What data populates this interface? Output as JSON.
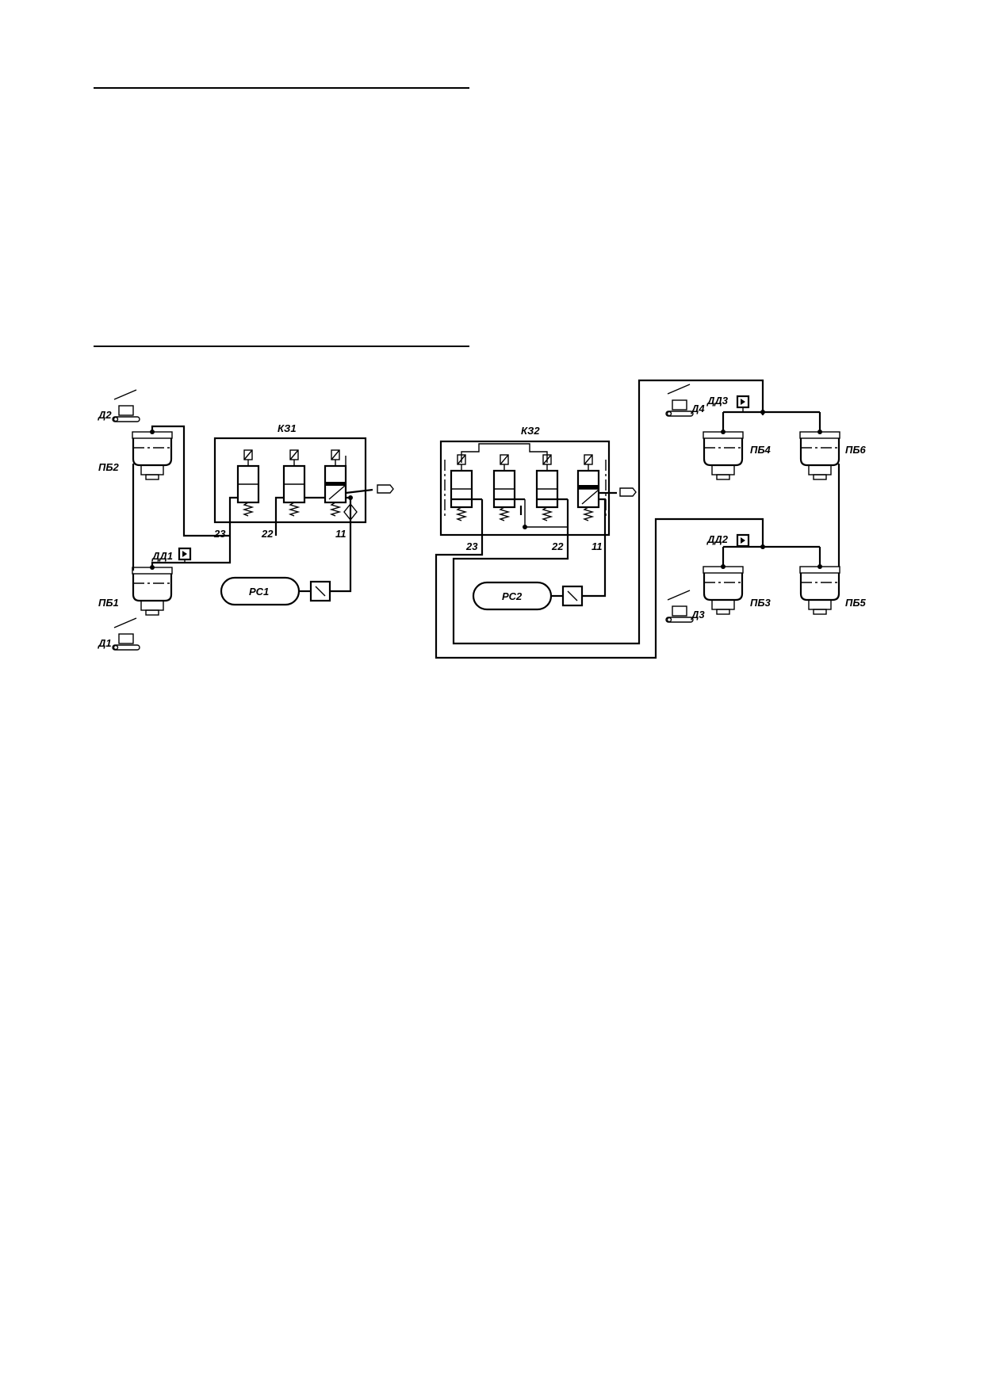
{
  "labels": {
    "kz1": "КЗ1",
    "kz2": "КЗ2",
    "pb1": "ПБ1",
    "pb2": "ПБ2",
    "pb3": "ПБ3",
    "pb4": "ПБ4",
    "pb5": "ПБ5",
    "pb6": "ПБ6",
    "d1": "Д1",
    "d2": "Д2",
    "d3": "Д3",
    "d4": "Д4",
    "dd1": "ДД1",
    "dd2": "ДД2",
    "dd3": "ДД3",
    "rs1": "РС1",
    "rs2": "РС2",
    "p23a": "23",
    "p22a": "22",
    "p11a": "11",
    "p23b": "23",
    "p22b": "22",
    "p11b": "11"
  }
}
